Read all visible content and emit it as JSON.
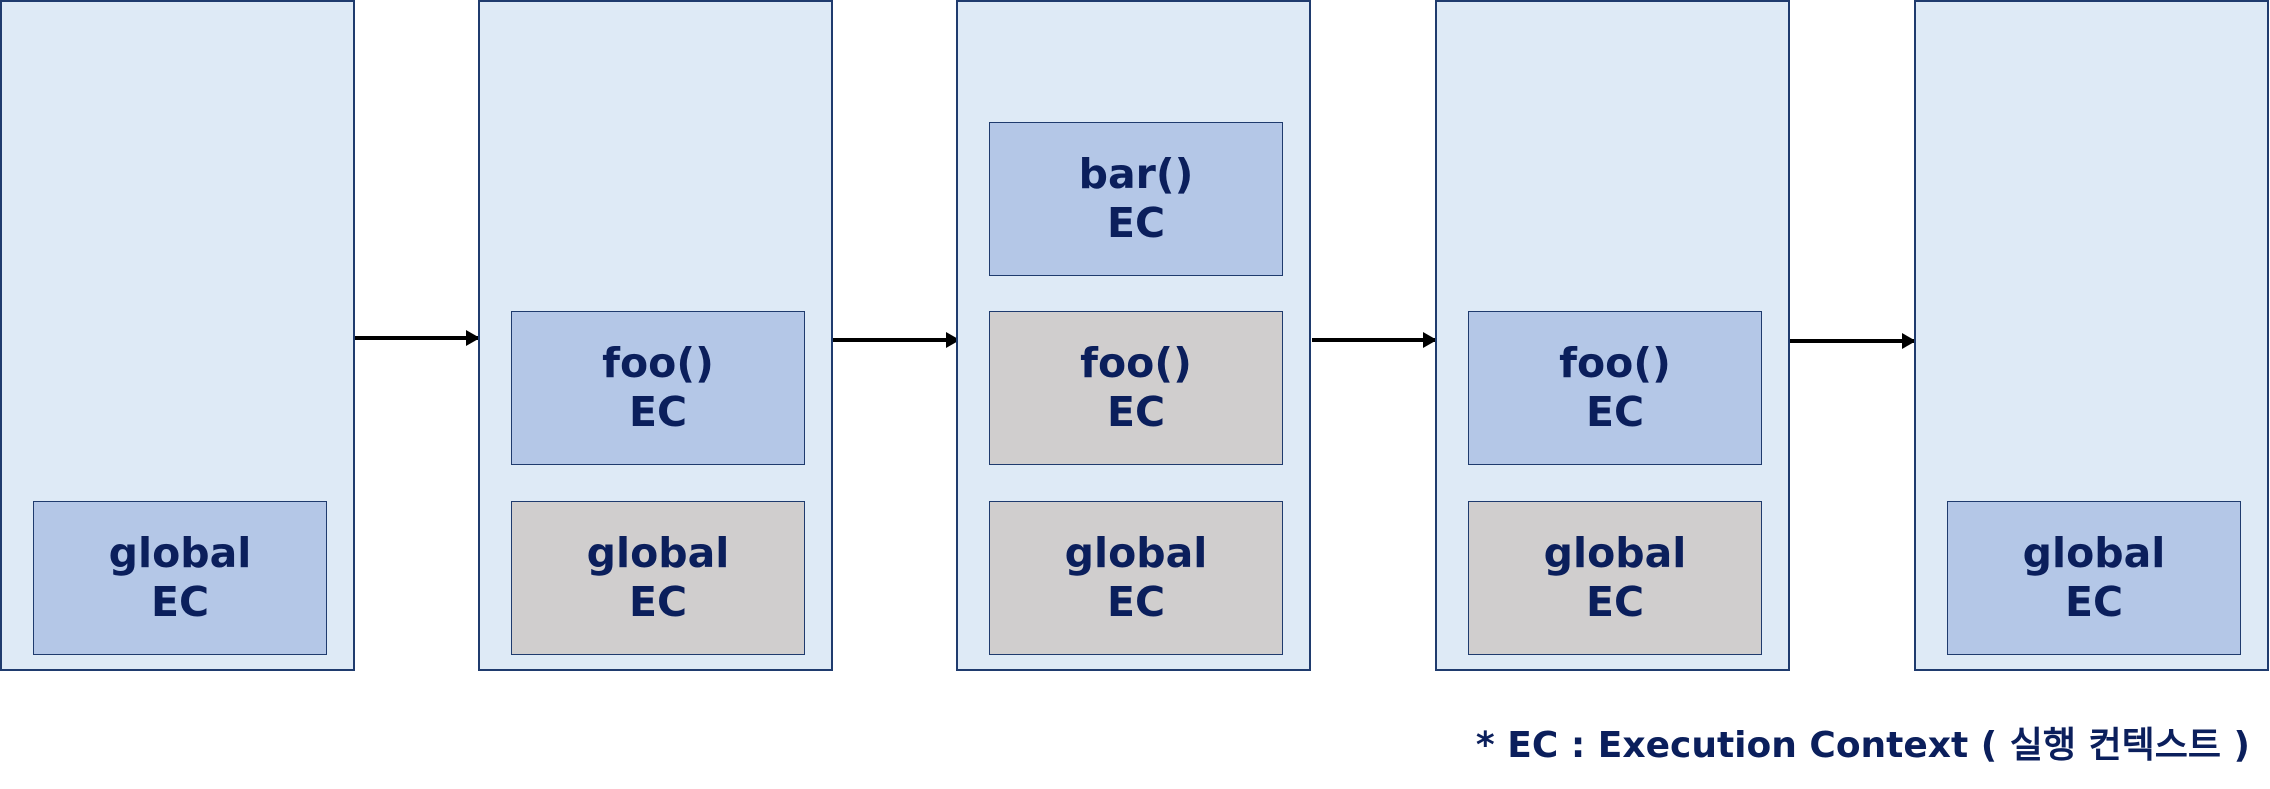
{
  "colors": {
    "stack_background": "#deeaf6",
    "active_context": "#b4c7e7",
    "inactive_context": "#d0cece",
    "border": "#1f3b6e",
    "text": "#0b1f5c"
  },
  "stacks": [
    {
      "contexts": [
        {
          "name": "global",
          "suffix": "EC",
          "state": "active"
        }
      ]
    },
    {
      "contexts": [
        {
          "name": "foo()",
          "suffix": "EC",
          "state": "active"
        },
        {
          "name": "global",
          "suffix": "EC",
          "state": "inactive"
        }
      ]
    },
    {
      "contexts": [
        {
          "name": "bar()",
          "suffix": "EC",
          "state": "active"
        },
        {
          "name": "foo()",
          "suffix": "EC",
          "state": "inactive"
        },
        {
          "name": "global",
          "suffix": "EC",
          "state": "inactive"
        }
      ]
    },
    {
      "contexts": [
        {
          "name": "foo()",
          "suffix": "EC",
          "state": "active"
        },
        {
          "name": "global",
          "suffix": "EC",
          "state": "inactive"
        }
      ]
    },
    {
      "contexts": [
        {
          "name": "global",
          "suffix": "EC",
          "state": "active"
        }
      ]
    }
  ],
  "footnote": "* EC : Execution Context ( 실행 컨텍스트 )"
}
